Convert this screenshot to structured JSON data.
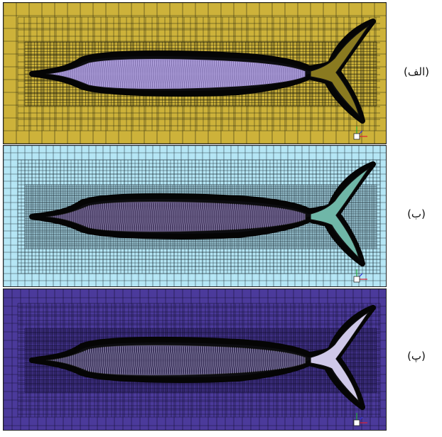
{
  "figure": {
    "panels": [
      {
        "label": "(الف)",
        "background": "#cdb23a",
        "grid_color": "#1a1a0a",
        "body_color": "#a99ad6",
        "body_mesh_color": "#5a4a8a",
        "fin_color": "#8a7a20",
        "refinement": "coarse"
      },
      {
        "label": "(ب)",
        "background": "#b5e6f5",
        "grid_color": "#1b2a33",
        "body_color": "#4a3e66",
        "body_mesh_color": "#b9b0d8",
        "fin_color": "#6fb7a8",
        "refinement": "fine"
      },
      {
        "label": "(پ)",
        "background": "#4b3a9b",
        "grid_color": "#0f0a26",
        "body_color": "#3c345c",
        "body_mesh_color": "#d6d0f0",
        "fin_color": "#cfc8e8",
        "refinement": "medium"
      }
    ]
  }
}
